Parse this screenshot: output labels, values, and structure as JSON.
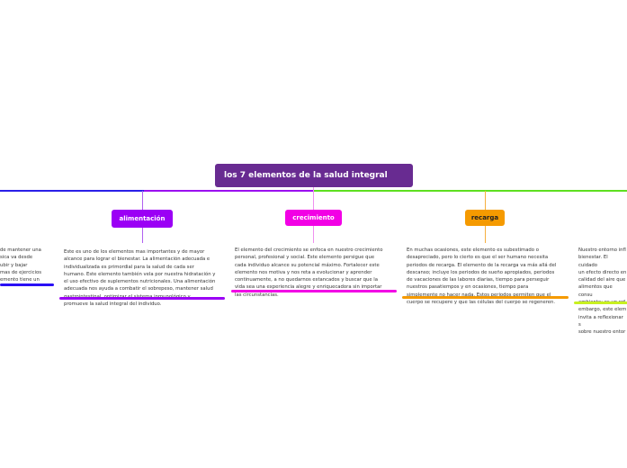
{
  "root": {
    "label": "los 7 elementos de la salud integral",
    "color": "#682b91"
  },
  "topics": [
    {
      "label": "",
      "text": "de mantener una\nsica va desde\nubir y bajar\nmas de ejercicios\nemento tiene un",
      "color": "#2a10f5"
    },
    {
      "label": "alimentación",
      "text": "Este es uno de los elementos mas importantes y de mayor\nalcance para lograr el bienestar. La alimentación adecuada e\nindividualizada es primordial para la salud de cada ser\nhumano. Este elemento también vela por nuestra hidratación y\nel uso efectivo de suplementos nutricionales. Una alimentación\nadecuada nos ayuda a combatir el sobrepeso, mantener salud\ngastrointestinal, optimizar el sistema inmunológico y\npromueve la salud integral del individuo.",
      "color": "#9b00f5"
    },
    {
      "label": "crecimiento",
      "text": "El elemento del crecimiento se enfoca en nuestro crecimiento\npersonal, profesional y social.  Este elemento persigue que\ncada individuo alcance su potencial máximo. Fortalecer este\nelemento nos motiva y nos reta a evolucionar y aprender\ncontinuamente, a no quedarnos estancados y buscar que la\nvida sea una experiencia alegre y enriquecadora sin importar\nlas circunstancias.",
      "color": "#f200e5"
    },
    {
      "label": "recarga",
      "text": "En muchas ocasiones, este elemento es subestimado o\ndesapreciado, pero lo cierto es que el ser humano necesita\nperiodos de recarga. El elemento de la recarga va más allá del\ndescanso; incluye los periodos de sueño apropiados, periodos\nde vacaciones de las labores diarias, tiempo para perseguir\nnuestros pasatiempos y en ocasiones, tiempo para\nsimplemente no hacer nada. Estos periodos permiten que el\ncuerpo se recupere y que las células del cuerpo se regeneren.",
      "color": "#f59a00"
    },
    {
      "label": "",
      "text": "Nuestro entorno infl\nbienestar. El cuidado\nun efecto directo en\ncalidad del aire que\nalimentos que consu\nambiente; es un ref\nembargo, este elem\ninvita a reflexionar s\nsobre nuestro entor",
      "color": "#c8f020"
    }
  ]
}
